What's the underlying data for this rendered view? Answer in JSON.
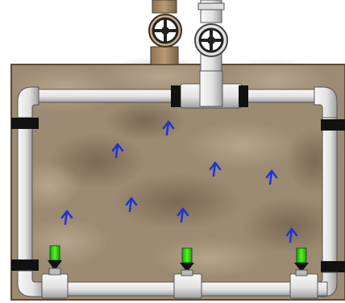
{
  "scene": {
    "kind": "pipe-irrigation-puzzle",
    "colors": {
      "soil": "#9c8a72",
      "soil_dark": "#7f6d57",
      "soil_light": "#b8a78f",
      "pipe": "#e6e6e6",
      "pipe_shade": "#9a9a9a",
      "pipe_outline": "#4a4a4a",
      "coupling": "#111111",
      "valve_brass": "#a78b68",
      "sprinkler_green": "#34d30e",
      "arrow_blue": "#1f33d8"
    },
    "source_valves": [
      {
        "name": "inlet-valve-brass",
        "icon": "wheel-valve-icon"
      },
      {
        "name": "inlet-valve-white",
        "icon": "wheel-valve-icon"
      }
    ],
    "sprinklers": [
      {
        "name": "sprinkler-left",
        "state": "on"
      },
      {
        "name": "sprinkler-center",
        "state": "on"
      },
      {
        "name": "sprinkler-right",
        "state": "on"
      }
    ],
    "flow_arrows": {
      "icon": "up-arrow-icon",
      "direction": "up",
      "count": 9
    }
  }
}
